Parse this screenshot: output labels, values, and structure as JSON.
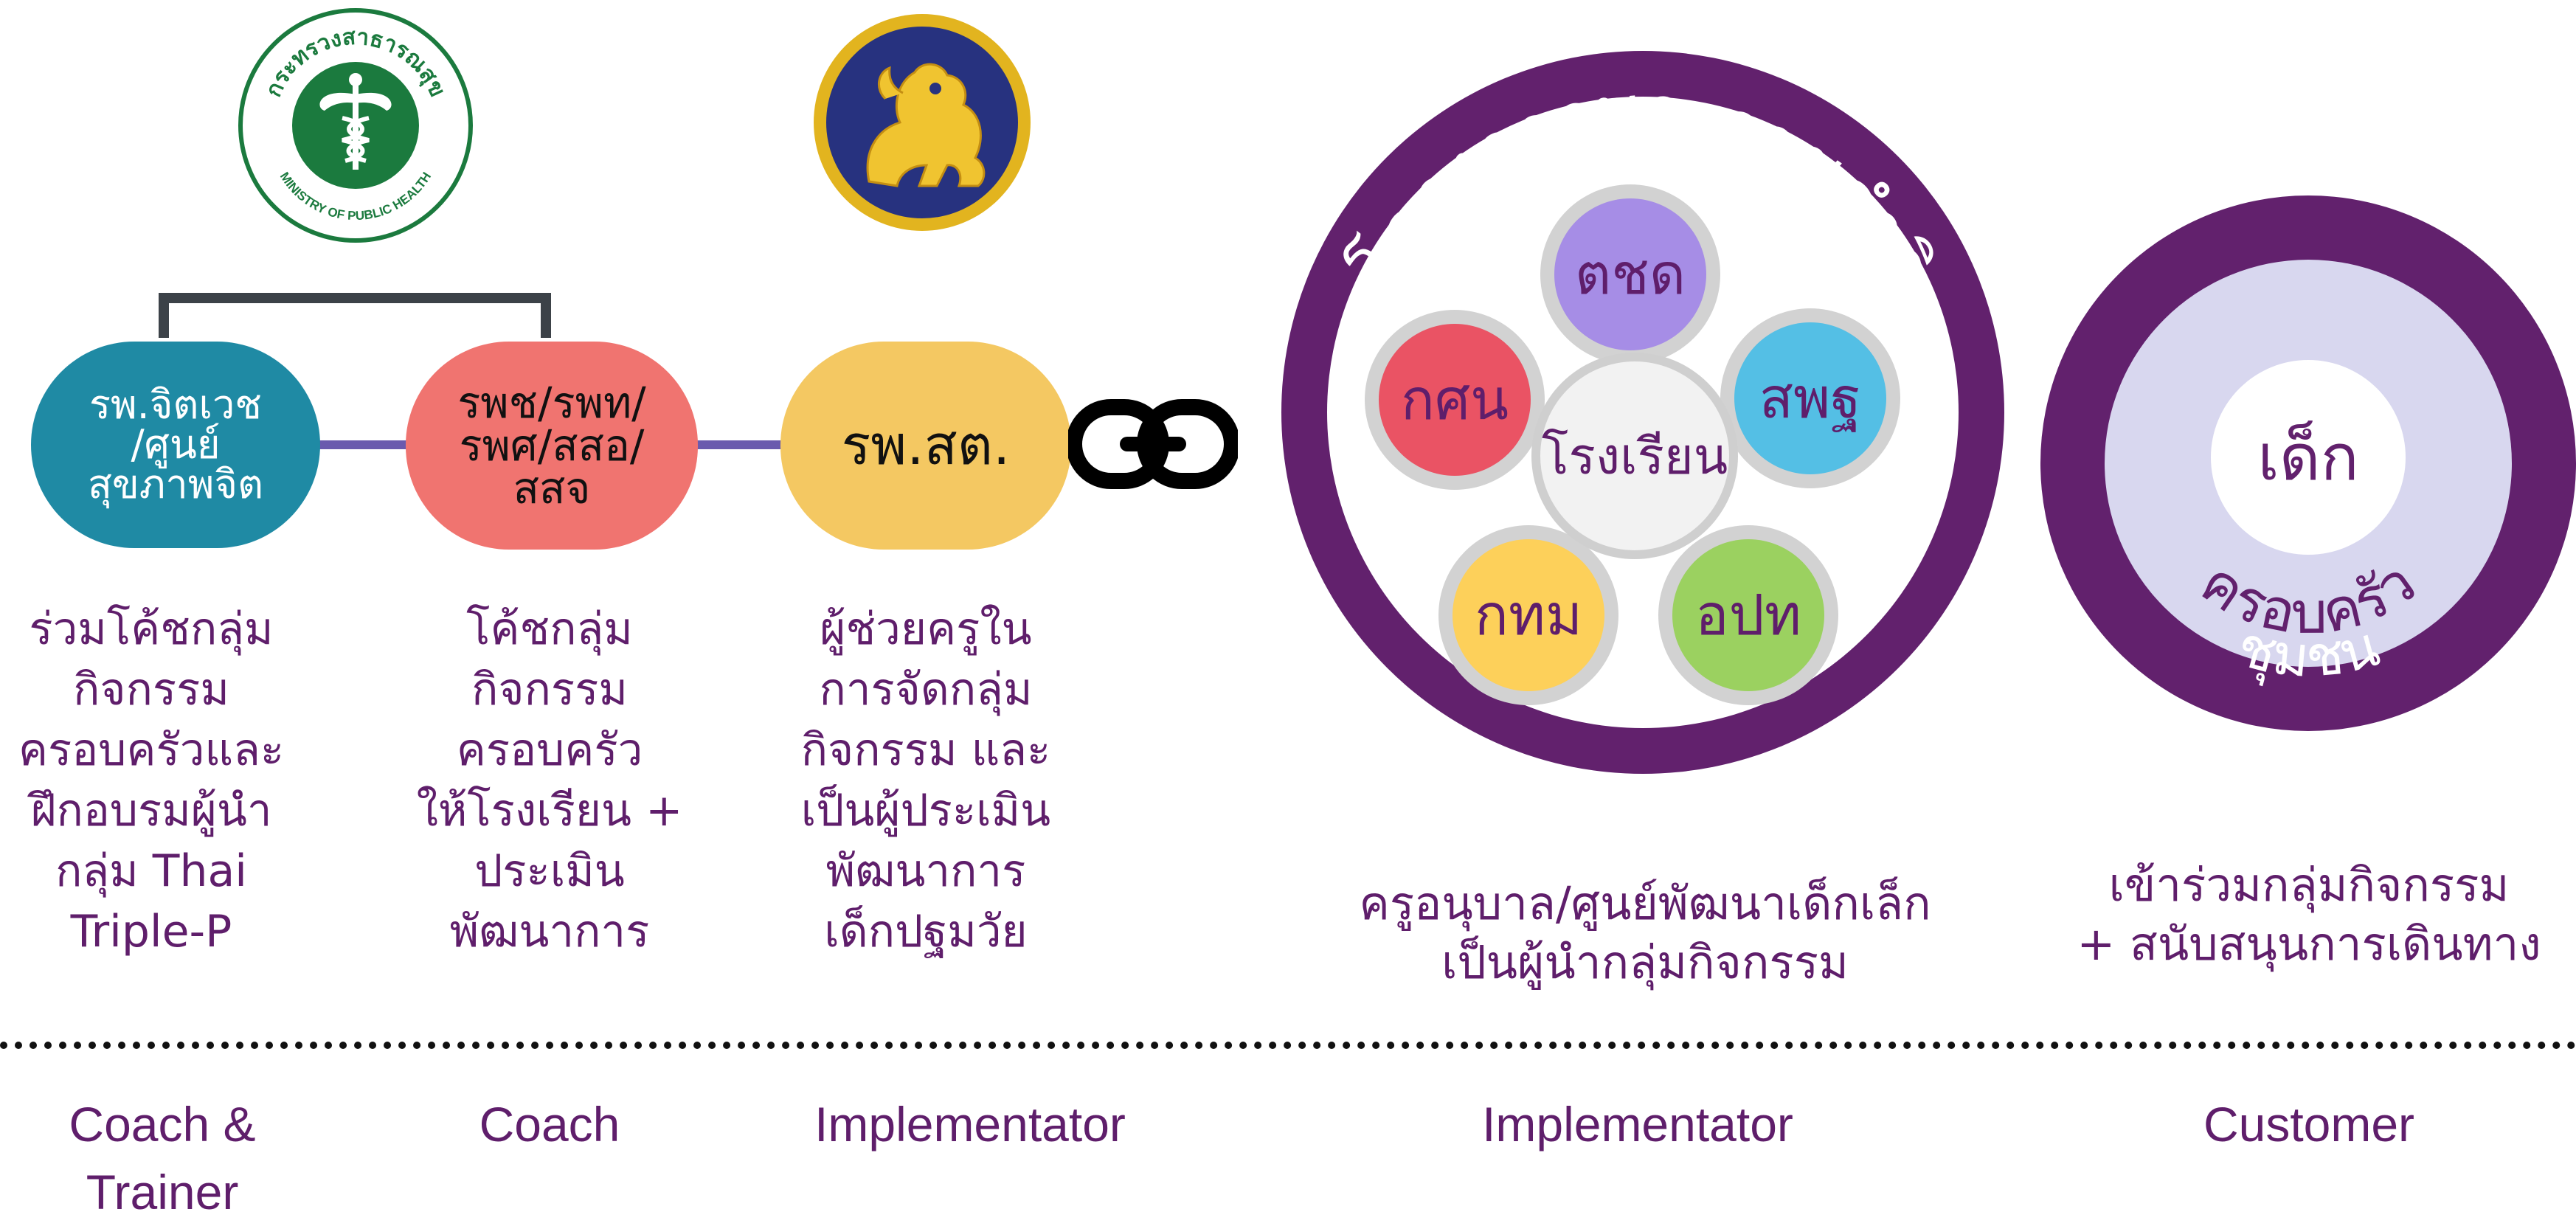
{
  "logos": {
    "moph": {
      "ring_text": "กระทรวงสาธารณสุข",
      "bottom_text": "MINISTRY OF PUBLIC HEALTH",
      "icon": "caduceus-icon",
      "color": "#1b7a3e"
    },
    "seal": {
      "icon": "lion-seal-icon",
      "color": "#e2b41f"
    }
  },
  "actors": [
    {
      "label_lines": [
        "รพ.จิตเวช",
        "/ศูนย์",
        "สุขภาพจิต"
      ],
      "color": "#1f8aa4",
      "desc_lines": [
        "ร่วมโค้ชกลุ่ม",
        "กิจกรรม",
        "ครอบครัวและ",
        "ฝึกอบรมผู้นำ",
        "กลุ่ม Thai",
        "Triple-P"
      ],
      "role": "Coach & Trainer"
    },
    {
      "label_lines": [
        "รพช/รพท/",
        "รพศ/สสอ/",
        "สสจ"
      ],
      "color": "#f07470",
      "desc_lines": [
        "โค้ชกลุ่ม",
        "กิจกรรม",
        "ครอบครัว",
        "ให้โรงเรียน +",
        "ประเมิน",
        "พัฒนาการ"
      ],
      "role": "Coach"
    },
    {
      "label_lines": [
        "รพ.สต."
      ],
      "color": "#f4c862",
      "desc_lines": [
        "ผู้ช่วยครูใน",
        "การจัดกลุ่ม",
        "กิจกรรม และ",
        "เป็นผู้ประเมิน",
        "พัฒนาการ",
        "เด็กปฐมวัย"
      ],
      "role": "Implementator"
    }
  ],
  "link_icon": "chain-link-icon",
  "royal_project": {
    "title": "โครงการพระราชดำริ",
    "ring_color": "#62216d",
    "center": "โรงเรียน",
    "petals": [
      {
        "label": "ตชด",
        "color": "#a68de6"
      },
      {
        "label": "สพฐ",
        "color": "#54bfe5"
      },
      {
        "label": "อปท",
        "color": "#9bd160"
      },
      {
        "label": "กทม",
        "color": "#fdd05a"
      },
      {
        "label": "กศน",
        "color": "#ea5364"
      }
    ],
    "desc_lines": [
      "ครูอนุบาล/ศูนย์พัฒนาเด็กเล็ก",
      "เป็นผู้นำกลุ่มกิจกรรม"
    ],
    "role": "Implementator"
  },
  "community": {
    "outer": "ชุมชน",
    "middle": "ครอบครัว",
    "inner": "เด็ก",
    "outer_color": "#62216d",
    "middle_color": "#d8d7ef",
    "desc_lines": [
      "เข้าร่วมกลุ่มกิจกรรม",
      "+ สนับสนุนการเดินทาง"
    ],
    "role": "Customer"
  },
  "colors": {
    "text": "#5f1e6b",
    "connector_line": "#6a5aae",
    "bracket": "#3c4248",
    "divider": "#111111"
  }
}
